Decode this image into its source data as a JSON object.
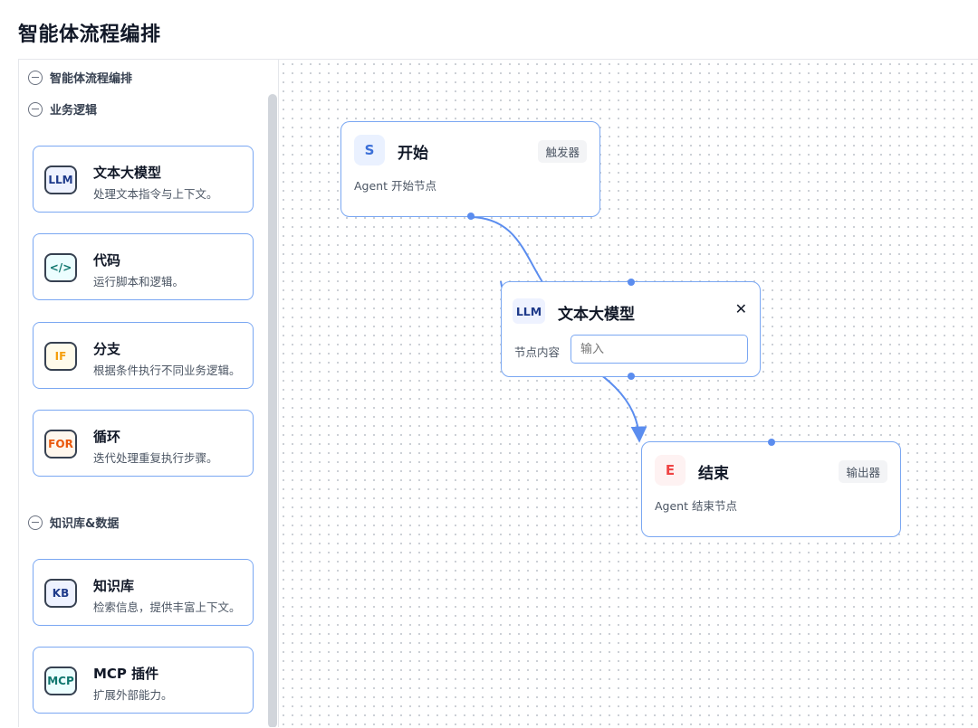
{
  "page": {
    "title": "智能体流程编排"
  },
  "sidebar": {
    "root_label": "智能体流程编排",
    "groups": [
      {
        "label": "业务逻辑",
        "items": [
          {
            "badge": "LLM",
            "title": "文本大模型",
            "desc": "处理文本指令与上下文。",
            "badge_color": "#1e3a8a",
            "badge_bg": "#eef2ff"
          },
          {
            "badge": "</>",
            "title": "代码",
            "desc": "运行脚本和逻辑。",
            "badge_color": "#0f766e",
            "badge_bg": "#ecfeff"
          },
          {
            "badge": "IF",
            "title": "分支",
            "desc": "根据条件执行不同业务逻辑。",
            "badge_color": "#f59e0b",
            "badge_bg": "#fffbeb"
          },
          {
            "badge": "FOR",
            "title": "循环",
            "desc": "迭代处理重复执行步骤。",
            "badge_color": "#ea580c",
            "badge_bg": "#fff7ed"
          }
        ]
      },
      {
        "label": "知识库&数据",
        "items": [
          {
            "badge": "KB",
            "title": "知识库",
            "desc": "检索信息，提供丰富上下文。",
            "badge_color": "#1e3a8a",
            "badge_bg": "#eef2ff"
          },
          {
            "badge": "MCP",
            "title": "MCP 插件",
            "desc": "扩展外部能力。",
            "badge_color": "#0f766e",
            "badge_bg": "#ecfeff"
          }
        ]
      }
    ]
  },
  "canvas": {
    "start_node": {
      "letter": "S",
      "title": "开始",
      "tag": "触发器",
      "desc": "Agent 开始节点",
      "letter_color": "#3b6fd8",
      "letter_bg": "#eaf1ff"
    },
    "llm_node": {
      "badge": "LLM",
      "title": "文本大模型",
      "field_label": "节点内容",
      "input_placeholder": "输入"
    },
    "end_node": {
      "letter": "E",
      "title": "结束",
      "tag": "输出器",
      "desc": "Agent 结束节点",
      "letter_color": "#ef4444",
      "letter_bg": "#fef2f2"
    },
    "edge_color": "#5b8def"
  }
}
